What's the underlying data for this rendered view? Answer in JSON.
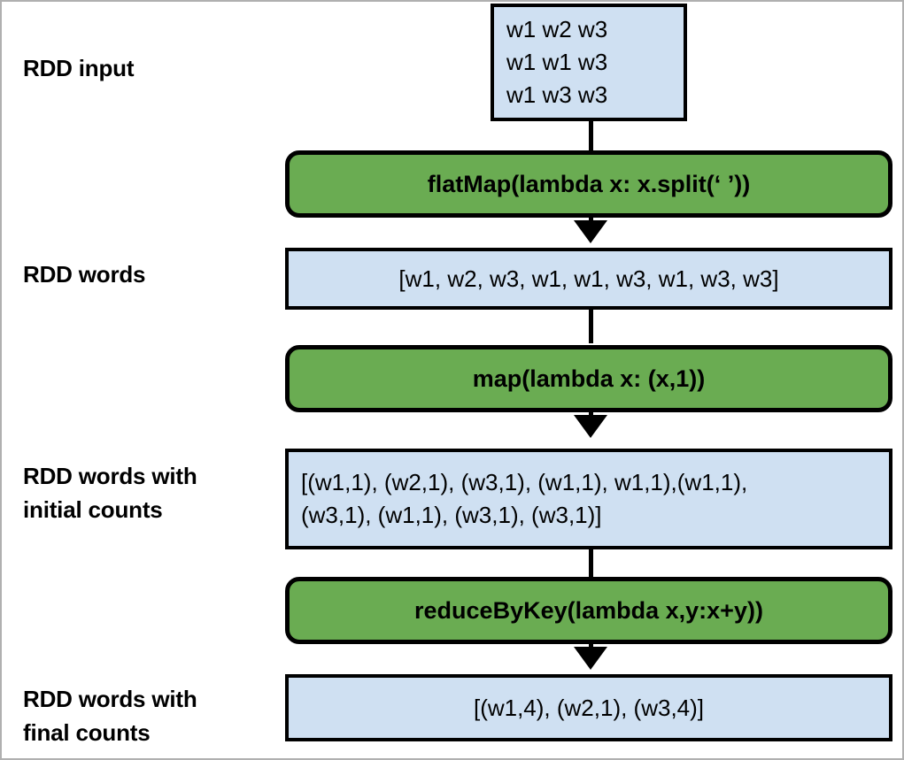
{
  "diagram": {
    "title": "Spark RDD word count transformation flow",
    "colors": {
      "rdd_fill": "#cfe0f2",
      "operation_fill": "#6aac52",
      "stroke": "#000000",
      "page_border": "#b0b0b0"
    },
    "labels": [
      {
        "id": "rdd-input",
        "text": "RDD input"
      },
      {
        "id": "rdd-words",
        "text": "RDD words"
      },
      {
        "id": "rdd-words-initial",
        "line1": "RDD words with",
        "line2": "initial counts"
      },
      {
        "id": "rdd-words-final",
        "line1": "RDD words with",
        "line2": "final counts"
      }
    ],
    "nodes": {
      "input": {
        "type": "rdd",
        "lines": [
          "w1 w2 w3",
          "w1 w1 w3",
          "w1 w3 w3"
        ],
        "text": "w1 w2 w3\nw1 w1 w3\nw1 w3 w3"
      },
      "flatmap": {
        "type": "operation",
        "text": "flatMap(lambda x: x.split(‘ ’))"
      },
      "words": {
        "type": "rdd",
        "text": "[w1, w2, w3, w1, w1, w3, w1, w3, w3]"
      },
      "map": {
        "type": "operation",
        "text": "map(lambda x: (x,1))"
      },
      "words_initial_counts": {
        "type": "rdd",
        "line1": "[(w1,1), (w2,1), (w3,1), (w1,1), w1,1),(w1,1),",
        "line2": "(w3,1), (w1,1), (w3,1), (w3,1)]",
        "text": "[(w1,1), (w2,1), (w3,1), (w1,1), w1,1),(w1,1),\n(w3,1), (w1,1), (w3,1), (w3,1)]"
      },
      "reducebykey": {
        "type": "operation",
        "text": "reduceByKey(lambda x,y:x+y))"
      },
      "words_final_counts": {
        "type": "rdd",
        "text": "[(w1,4), (w2,1), (w3,4)]"
      }
    },
    "connectors": [
      {
        "from": "input",
        "to": "flatmap",
        "arrowhead": false
      },
      {
        "from": "flatmap",
        "to": "words",
        "arrowhead": true
      },
      {
        "from": "words",
        "to": "map",
        "arrowhead": false
      },
      {
        "from": "map",
        "to": "words_initial_counts",
        "arrowhead": true
      },
      {
        "from": "words_initial_counts",
        "to": "reducebykey",
        "arrowhead": false
      },
      {
        "from": "reducebykey",
        "to": "words_final_counts",
        "arrowhead": true
      }
    ]
  }
}
